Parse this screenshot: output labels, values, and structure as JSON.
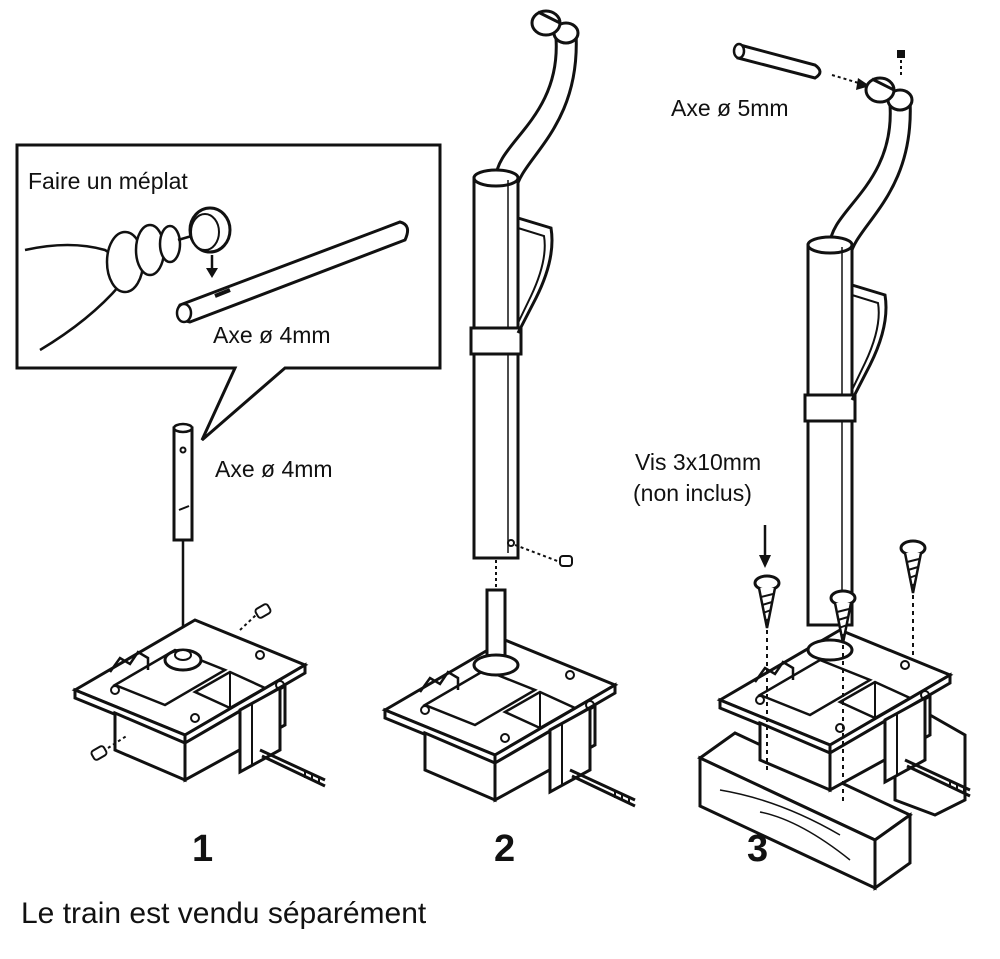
{
  "labels": {
    "callout_title": "Faire un méplat",
    "callout_axle": "Axe ø 4mm",
    "step1_axle": "Axe ø 4mm",
    "step3_axle": "Axe ø 5mm",
    "screw_line1": "Vis 3x10mm",
    "screw_line2": "(non inclus)"
  },
  "steps": [
    "1",
    "2",
    "3"
  ],
  "footer": "Le train est vendu séparément"
}
